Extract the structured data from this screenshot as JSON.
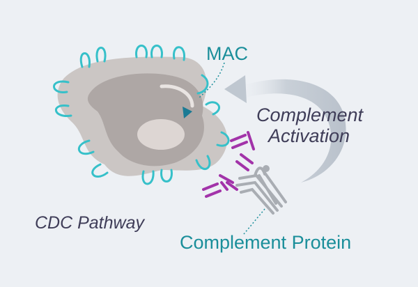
{
  "labels": {
    "mac": "MAC",
    "complement_activation_line1": "Complement",
    "complement_activation_line2": "Activation",
    "pathway": "CDC Pathway",
    "complement_protein": "Complement Protein"
  },
  "colors": {
    "background": "#edf0f4",
    "cell_outer": "#cbc6c4",
    "cell_inner": "#aea7a5",
    "nucleus": "#ddd6d3",
    "membrane_channel": "#36c0c9",
    "mac_label": "#1a8e9a",
    "dark_text": "#3f3d58",
    "antibody": "#a233a9",
    "complement_protein_shape": "#a9adb3",
    "arrow": "#c6cdd5",
    "arrowhead": "#1a7a94"
  }
}
